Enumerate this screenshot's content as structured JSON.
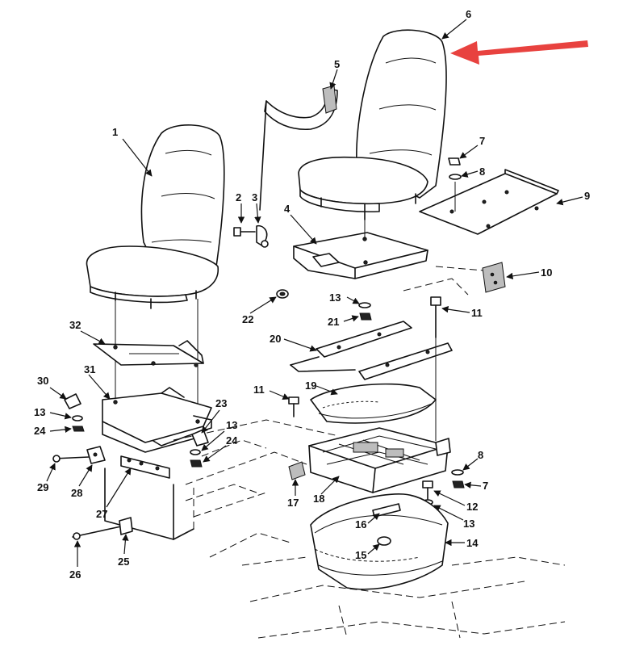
{
  "diagram": {
    "arrow_color": "#e8423f",
    "callouts": {
      "c1": "1",
      "c2": "2",
      "c3": "3",
      "c4": "4",
      "c5": "5",
      "c6": "6",
      "c7a": "7",
      "c7b": "7",
      "c8a": "8",
      "c8b": "8",
      "c9": "9",
      "c10": "10",
      "c11a": "11",
      "c11b": "11",
      "c12": "12",
      "c13a": "13",
      "c13b": "13",
      "c13c": "13",
      "c13d": "13",
      "c14": "14",
      "c15": "15",
      "c16": "16",
      "c17": "17",
      "c18": "18",
      "c19": "19",
      "c20": "20",
      "c21": "21",
      "c22": "22",
      "c23": "23",
      "c24a": "24",
      "c24b": "24",
      "c25": "25",
      "c26": "26",
      "c27": "27",
      "c28": "28",
      "c29": "29",
      "c30": "30",
      "c31": "31",
      "c32": "32"
    }
  }
}
